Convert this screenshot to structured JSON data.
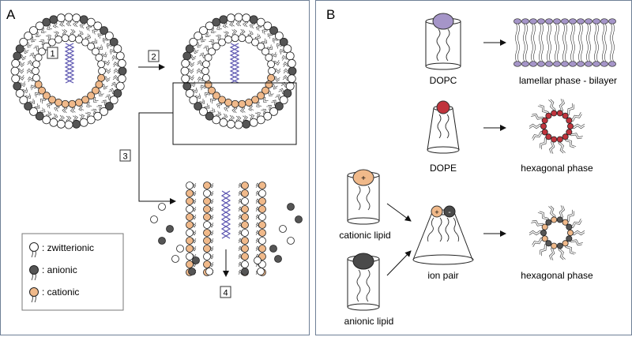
{
  "panel_a": {
    "label": "A",
    "steps": [
      "1",
      "2",
      "3",
      "4"
    ],
    "legend": [
      {
        "text": ": zwitterionic",
        "type": "zwitterionic"
      },
      {
        "text": ": anionic",
        "type": "anionic"
      },
      {
        "text": ": cationic",
        "type": "cationic"
      }
    ]
  },
  "panel_b": {
    "label": "B",
    "lipids": {
      "dopc": "DOPC",
      "dope": "DOPE",
      "cationic": "cationic lipid",
      "anionic": "anionic lipid",
      "ion_pair": "ion pair"
    },
    "phases": {
      "lamellar": "lamellar phase - bilayer",
      "hexagonal_1": "hexagonal phase",
      "hexagonal_2": "hexagonal phase"
    },
    "charges": {
      "plus": "+",
      "minus": "-"
    }
  },
  "colors": {
    "zwitterionic": "#ffffff",
    "anionic": "#555555",
    "cationic": "#f0b98a",
    "dopc": "#a595c8",
    "dope": "#c0343d",
    "dna": "#5c55b0",
    "frame": "#6e7f96"
  }
}
